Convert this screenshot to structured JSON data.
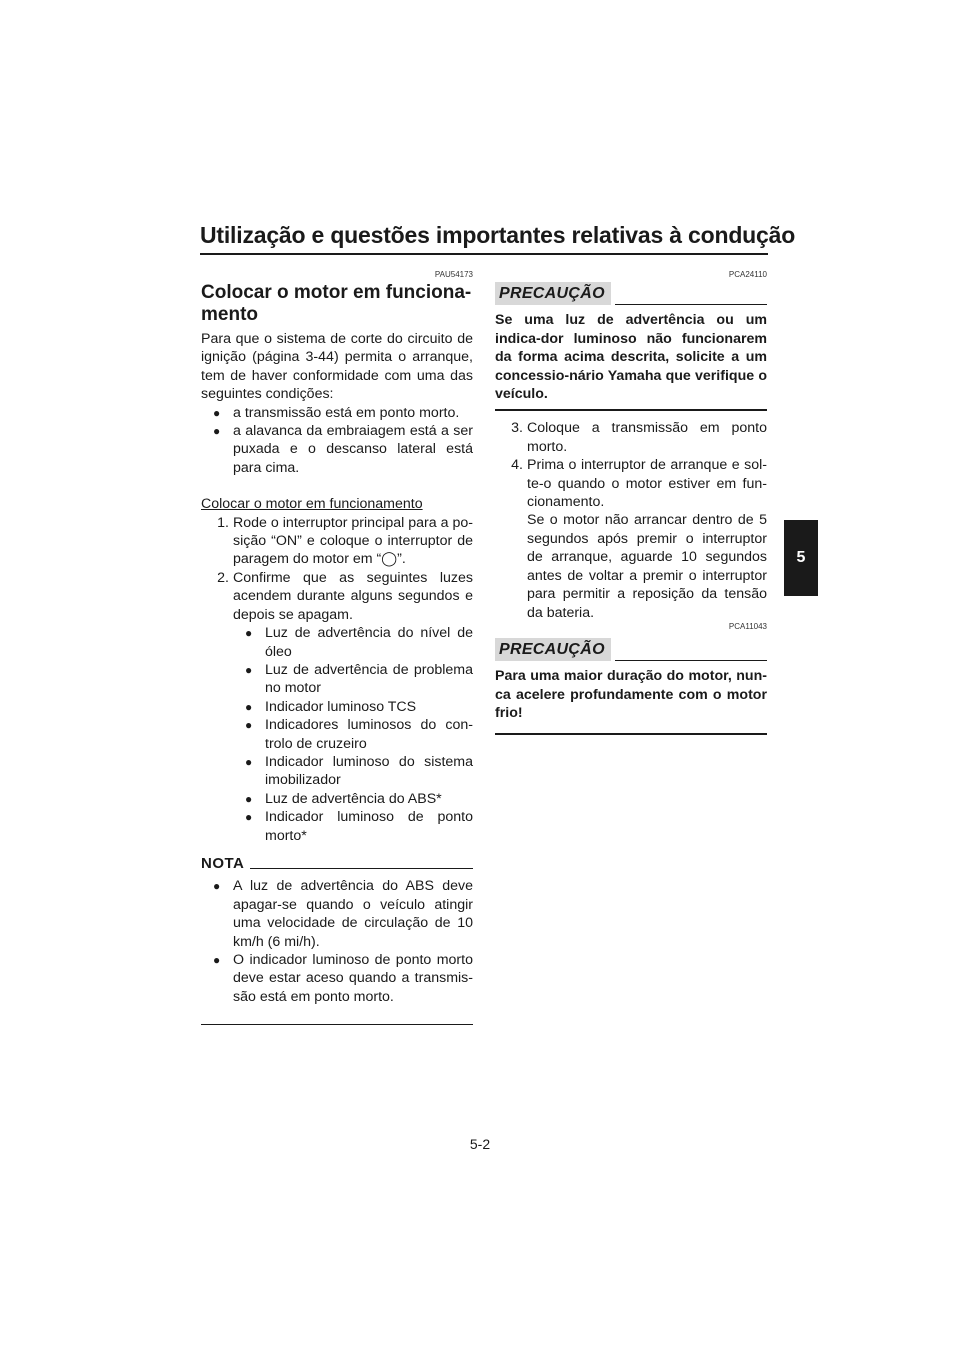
{
  "header": {
    "title": "Utilização e questões importantes relativas à condução"
  },
  "chapter_tab": "5",
  "left": {
    "code": "PAU54173",
    "section_title": "Colocar o motor em funciona-mento",
    "intro": "Para que o sistema de corte do circuito de ignição (página 3-44) permita o arranque, tem de haver conformidade com uma das seguintes condições:",
    "conditions": [
      "a transmissão está em ponto morto.",
      "a alavanca da embraiagem está a ser puxada e o descanso lateral está para cima."
    ],
    "subheading": "Colocar o motor em funcionamento",
    "step1_num": "1.",
    "step1_text": "Rode o interruptor principal para a po-sição “ON” e coloque o interruptor de paragem do motor em “◯”.",
    "step2_num": "2.",
    "step2_text": "Confirme que as seguintes luzes acendem durante alguns segundos e depois se apagam.",
    "lights": [
      "Luz de advertência do nível de óleo",
      "Luz de advertência de problema no motor",
      "Indicador luminoso TCS",
      "Indicadores luminosos do con-trolo de cruzeiro",
      "Indicador luminoso do sistema imobilizador",
      "Luz de advertência do ABS*",
      "Indicador luminoso de ponto morto*"
    ],
    "nota_label": "NOTA",
    "notes": [
      "A luz de advertência do ABS deve apagar-se quando o veículo atingir uma velocidade de circulação de 10 km/h (6 mi/h).",
      "O indicador luminoso de ponto morto deve estar aceso quando a transmis-são está em ponto morto."
    ]
  },
  "right": {
    "caution1_code": "PCA24110",
    "caution1_label": "PRECAUÇÃO",
    "caution1_text": "Se uma luz de advertência ou um indica-dor luminoso não funcionarem da forma acima descrita, solicite a um concessio-nário Yamaha que verifique o veículo.",
    "step3_num": "3.",
    "step3_text": "Coloque a transmissão em ponto morto.",
    "step4_num": "4.",
    "step4_text": "Prima o interruptor de arranque e sol-te-o quando o motor estiver em fun-cionamento.",
    "step4_extra": "Se o motor não arrancar dentro de 5 segundos após premir o interruptor de arranque, aguarde 10 segundos antes de voltar a premir o interruptor para permitir a reposição da tensão da bateria.",
    "caution2_code": "PCA11043",
    "caution2_label": "PRECAUÇÃO",
    "caution2_text": "Para uma maior duração do motor, nun-ca acelere profundamente com o motor frio!"
  },
  "footer": {
    "page_number": "5-2"
  }
}
